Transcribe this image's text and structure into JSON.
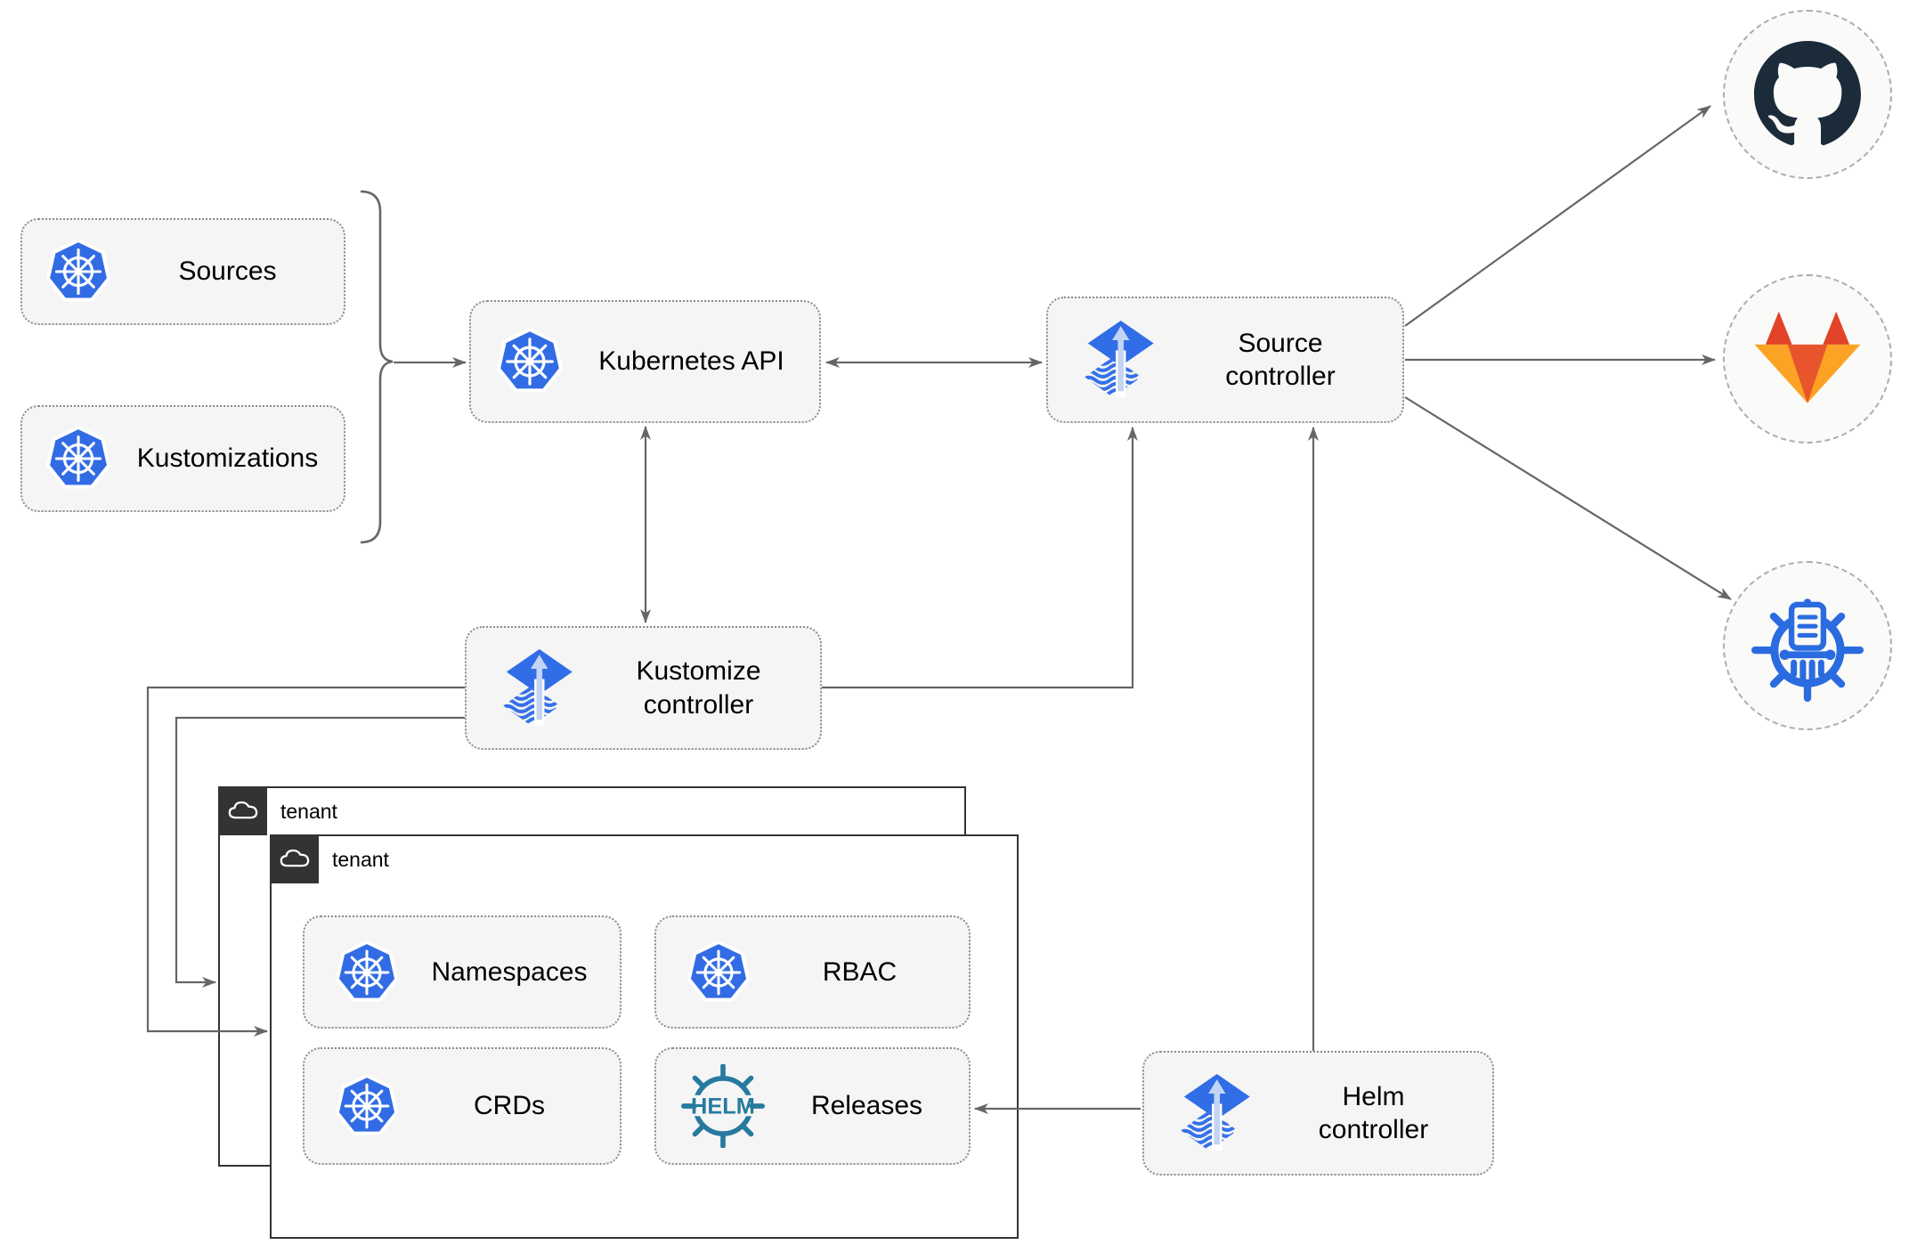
{
  "diagram": {
    "nodes": {
      "sources": {
        "label": "Sources",
        "icon": "kubernetes-icon"
      },
      "kustomizations": {
        "label": "Kustomizations",
        "icon": "kubernetes-icon"
      },
      "kubernetes_api": {
        "label": "Kubernetes API",
        "icon": "kubernetes-icon"
      },
      "source_controller": {
        "label": "Source controller",
        "icon": "flux-icon"
      },
      "kustomize_controller": {
        "label": "Kustomize controller",
        "icon": "flux-icon"
      },
      "helm_controller": {
        "label": "Helm controller",
        "icon": "flux-icon"
      },
      "namespaces": {
        "label": "Namespaces",
        "icon": "kubernetes-icon"
      },
      "rbac": {
        "label": "RBAC",
        "icon": "kubernetes-icon"
      },
      "crds": {
        "label": "CRDs",
        "icon": "kubernetes-icon"
      },
      "releases": {
        "label": "Releases",
        "icon": "helm-icon"
      }
    },
    "groups": {
      "outer_tenant": {
        "label": "tenant",
        "icon": "cloud-icon"
      },
      "inner_tenant": {
        "label": "tenant",
        "icon": "cloud-icon"
      }
    },
    "endpoints": {
      "github": {
        "icon": "github-icon"
      },
      "gitlab": {
        "icon": "gitlab-icon"
      },
      "chartmuseum": {
        "icon": "chartmuseum-icon"
      }
    },
    "icon_text": {
      "helm_logo": "HELM"
    },
    "colors": {
      "kubernetes_blue": "#326CE5",
      "flux_blue": "#316DE6",
      "flux_arrow_light": "#C3D5F6",
      "helm_teal": "#277A9F",
      "chartmuseum_blue": "#2B6BE0",
      "github_dark": "#1B2B3A",
      "gitlab_red": "#E24329",
      "gitlab_orange": "#E8552D",
      "gitlab_light_orange": "#FCA326",
      "edge_gray": "#666666",
      "node_bg": "#F5F5F5",
      "tenant_border": "#333333"
    }
  }
}
